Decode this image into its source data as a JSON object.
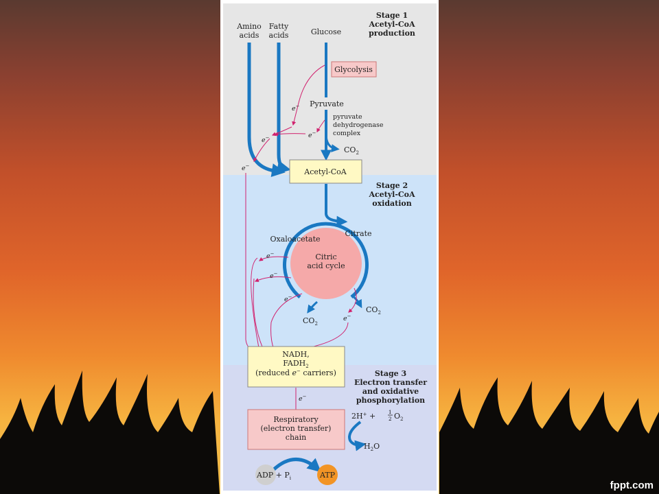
{
  "inputs": {
    "amino": [
      "Amino",
      "acids"
    ],
    "fatty": [
      "Fatty",
      "acids"
    ],
    "glucose": "Glucose"
  },
  "stage1": {
    "title": [
      "Stage 1",
      "Acetyl-CoA",
      "production"
    ],
    "glycolysis": "Glycolysis",
    "pyruvate": "Pyruvate",
    "pdh_complex": [
      "pyruvate",
      "dehydrogenase",
      "complex"
    ],
    "co2": "CO",
    "co2_sub": "2",
    "acetyl_coa": "Acetyl-CoA"
  },
  "stage2": {
    "title": [
      "Stage 2",
      "Acetyl-CoA",
      "oxidation"
    ],
    "oxaloacetate": "Oxaloacetate",
    "citrate": "Citrate",
    "cycle": [
      "Citric",
      "acid cycle"
    ],
    "co2": "CO",
    "co2_sub": "2"
  },
  "carriers": {
    "line1": "NADH,",
    "line2_main": "FADH",
    "line2_sub": "2",
    "line3_pre": "(reduced ",
    "line3_e": "e",
    "line3_sup": "−",
    "line3_post": " carriers)"
  },
  "stage3": {
    "title": [
      "Stage 3",
      "Electron transfer",
      "and oxidative",
      "phosphorylation"
    ],
    "resp_chain": [
      "Respiratory",
      "(electron transfer)",
      "chain"
    ],
    "o2_text": {
      "pre": "2H",
      "plus": "+",
      "mid": " + ",
      "num": "1",
      "den": "2",
      "o": "O",
      "sub": "2"
    },
    "water": {
      "h": "H",
      "sub": "2",
      "o": "O"
    },
    "adp": {
      "main": "ADP + P",
      "sub": "i"
    },
    "atp": "ATP"
  },
  "electron": {
    "e": "e",
    "sup": "−"
  },
  "watermark": "fppt.com",
  "colors": {
    "arrow_blue": "#1a78c2",
    "electron_pink": "#d1226e",
    "box_pink": "#f7c9c9",
    "box_yellow": "#fff9c4",
    "cycle_pink": "#f5a9a9",
    "atp_orange": "#f29425",
    "adp_grey": "#cfcfcf"
  }
}
